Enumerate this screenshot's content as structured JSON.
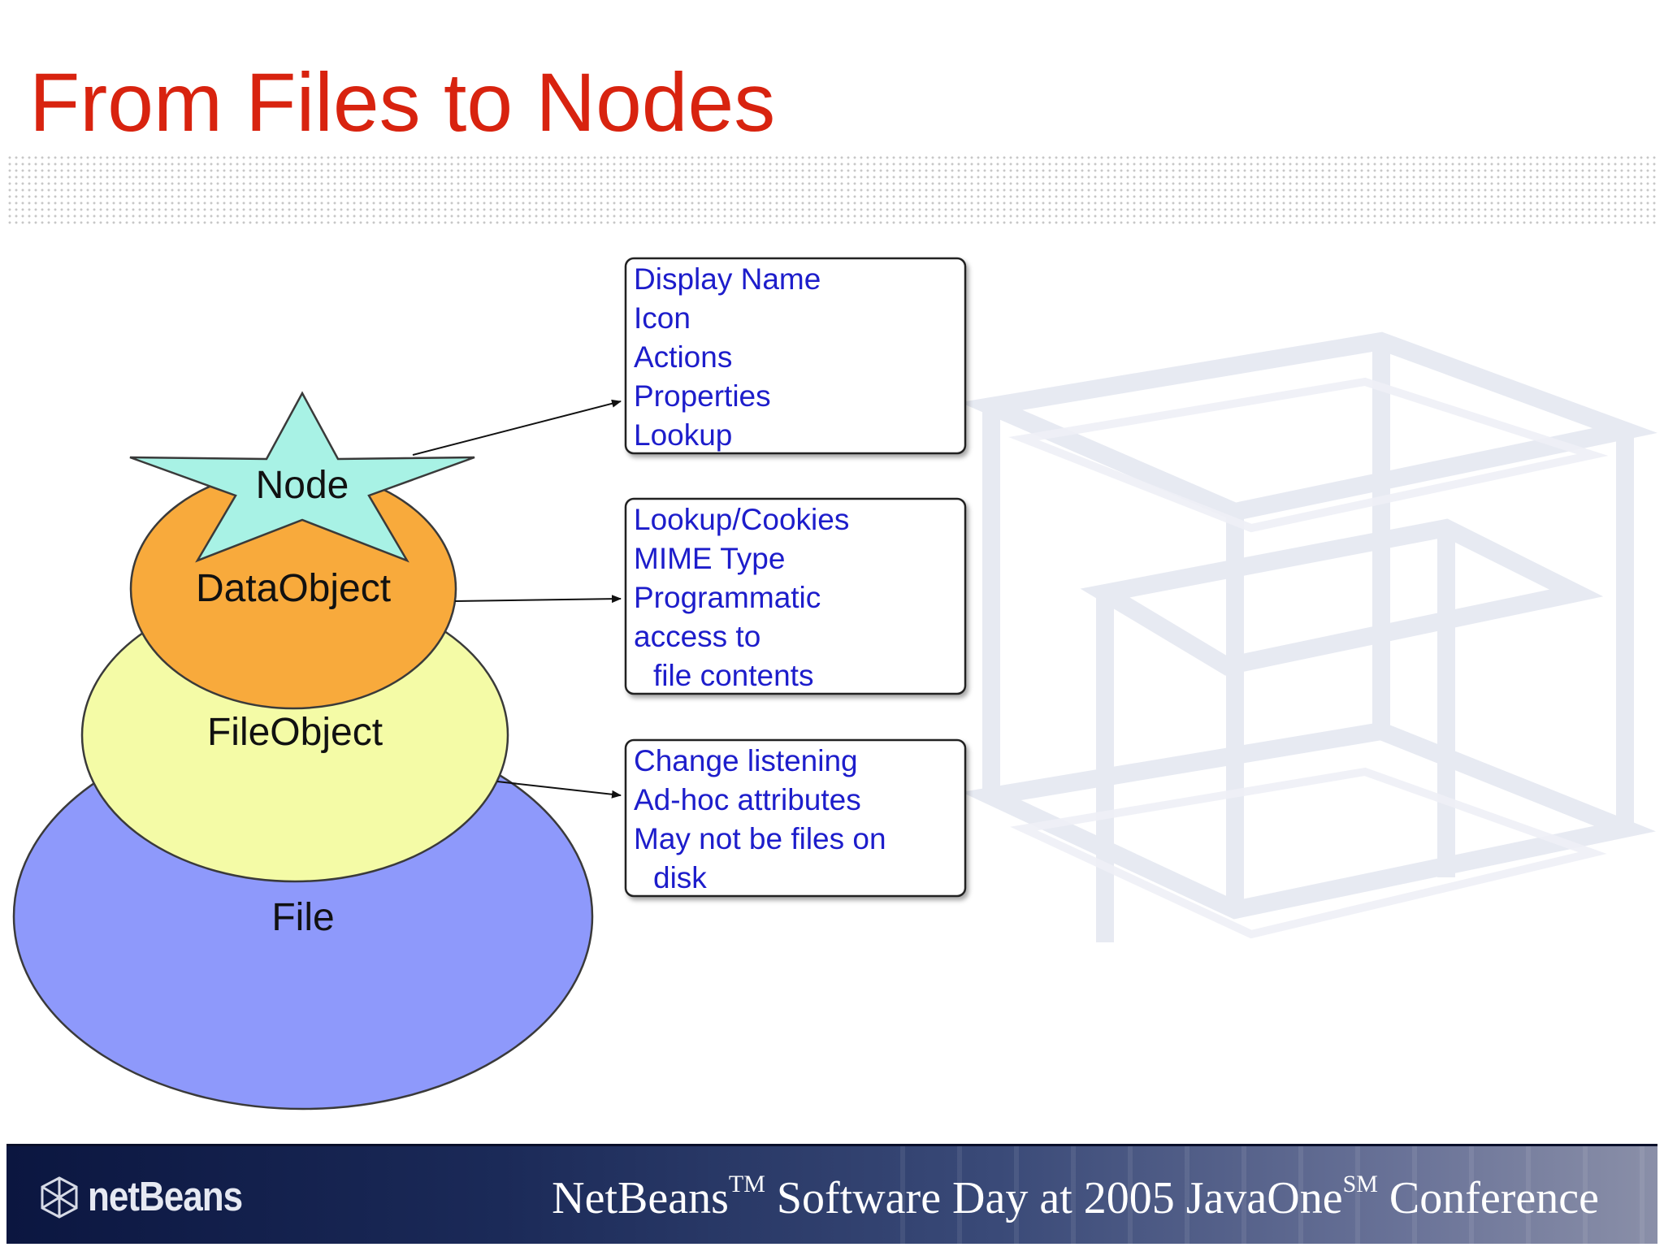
{
  "slide": {
    "title": "From Files to Nodes"
  },
  "diagram": {
    "layers": [
      {
        "label": "File",
        "color": "#8e99fb"
      },
      {
        "label": "FileObject",
        "color": "#f4fba6"
      },
      {
        "label": "DataObject",
        "color": "#f8aa3c"
      },
      {
        "label": "Node",
        "color": "#a8f2e5"
      }
    ],
    "boxes": [
      {
        "lines": [
          "Display Name",
          "Icon",
          "Actions",
          "Properties",
          "Lookup"
        ]
      },
      {
        "lines": [
          "Lookup/Cookies",
          "MIME Type",
          "Programmatic",
          "access to",
          "file contents"
        ]
      },
      {
        "lines": [
          "Change listening",
          "Ad-hoc attributes",
          "May not be files on",
          "disk"
        ]
      }
    ]
  },
  "footer": {
    "logo_text": "netBeans",
    "conference_prefix": "NetBeans",
    "tm": "TM",
    "conference_middle": " Software Day at 2005 JavaOne",
    "sm": "SM",
    "conference_suffix": " Conference"
  },
  "colors": {
    "title": "#d8230f",
    "box_text": "#1d1dcb",
    "footer_bg": "#0b1640"
  }
}
